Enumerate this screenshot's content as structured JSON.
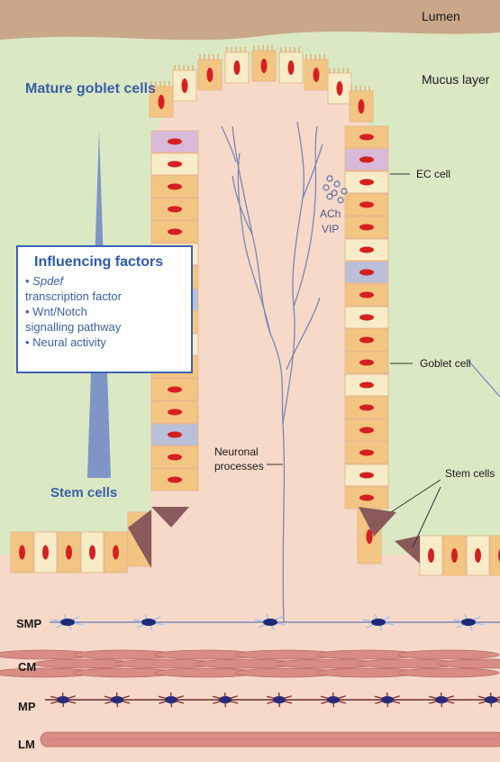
{
  "labels": {
    "lumen": "Lumen",
    "mucus_layer": "Mucus layer",
    "mature_goblet": "Mature goblet cells",
    "stem_cells_left": "Stem cells",
    "ec_cell": "EC cell",
    "goblet_cell": "Goblet cell",
    "stem_cells_right": "Stem cells",
    "ach": "ACh",
    "vip": "VIP",
    "neuronal_1": "Neuronal",
    "neuronal_2": "processes",
    "smp": "SMP",
    "cm": "CM",
    "mp": "MP",
    "lm": "LM"
  },
  "factors": {
    "title": "Influencing factors",
    "item1_italic": "Spdef",
    "item1_rest": "transcription factor",
    "item2a": "Wnt/Notch",
    "item2b": "signalling pathway",
    "item3": "Neural activity",
    "bullet": "•"
  },
  "colors": {
    "lumen": "#c9a789",
    "mucus": "#dbe8c4",
    "lamina": "#f6d9c9",
    "goblet": "#f3c582",
    "enterocyte": "#f8ebc8",
    "ec_cell": "#d8b9da",
    "other_cell": "#b9bfd9",
    "nucleus": "#d42020",
    "stem": "#8a5a5a",
    "neuron": "#7c87b3",
    "muscle": "#d98c86",
    "accent_blue": "#3b63b0"
  },
  "icons": {
    "vesicles": "vesicle-cluster-icon",
    "gradient": "gradient-triangle-icon"
  }
}
